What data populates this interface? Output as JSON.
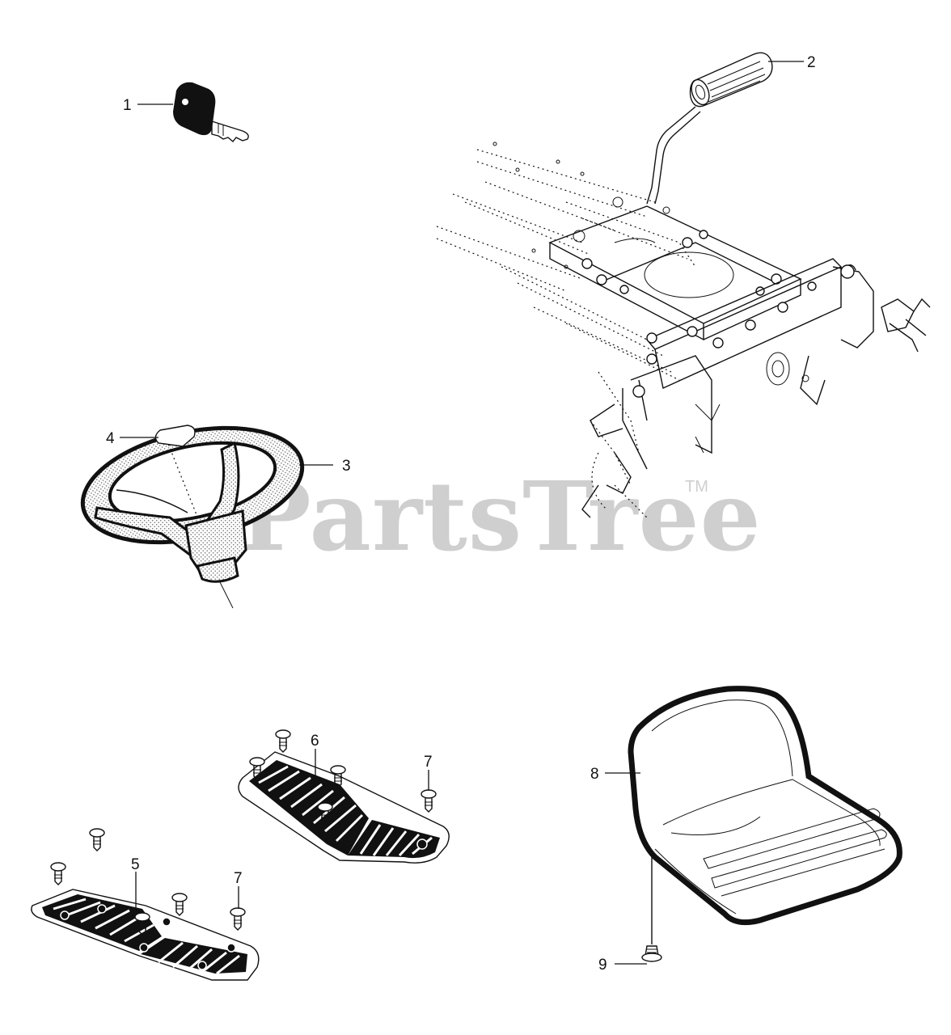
{
  "watermark": {
    "text": "PartsTree",
    "trademark": "TM"
  },
  "callouts": [
    {
      "id": "1",
      "label": "1"
    },
    {
      "id": "2",
      "label": "2"
    },
    {
      "id": "3",
      "label": "3"
    },
    {
      "id": "4",
      "label": "4"
    },
    {
      "id": "5",
      "label": "5"
    },
    {
      "id": "6",
      "label": "6"
    },
    {
      "id": "7a",
      "label": "7"
    },
    {
      "id": "7b",
      "label": "7"
    },
    {
      "id": "8",
      "label": "8"
    },
    {
      "id": "9",
      "label": "9"
    }
  ],
  "colors": {
    "line": "#111111",
    "watermark": "#cfcfcf",
    "background": "#ffffff"
  }
}
